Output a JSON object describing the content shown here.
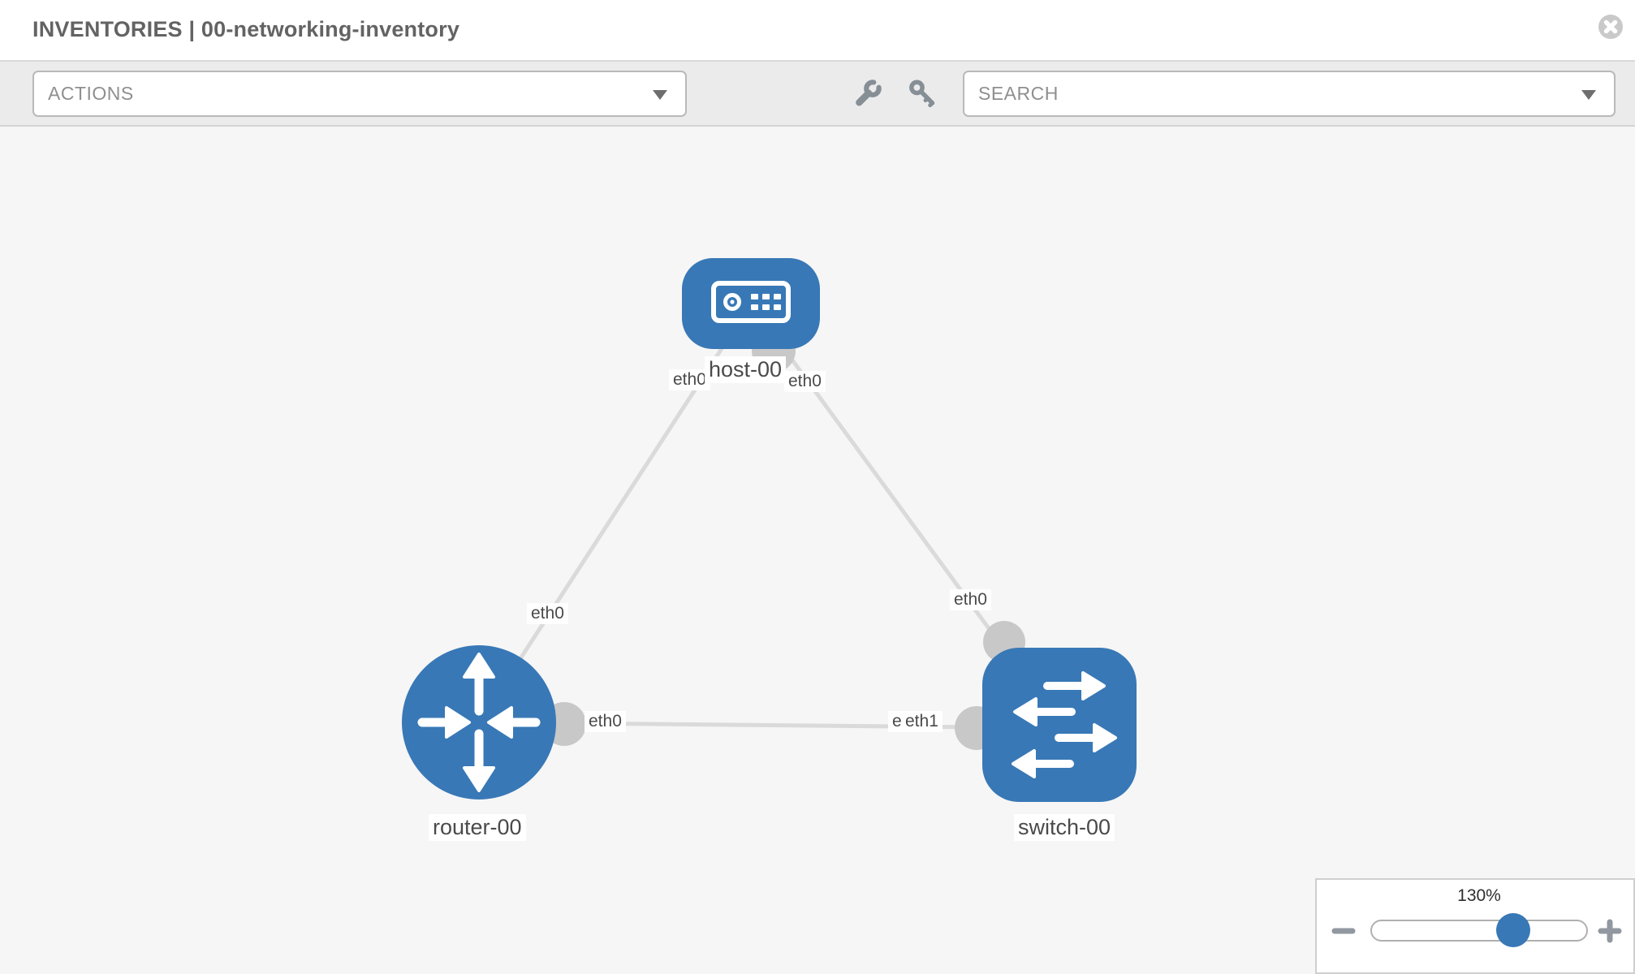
{
  "header": {
    "title": "INVENTORIES | 00-networking-inventory"
  },
  "toolbar": {
    "actions_label": "ACTIONS",
    "search_label": "SEARCH"
  },
  "topology": {
    "nodes": [
      {
        "id": "host-00",
        "type": "host",
        "label": "host-00"
      },
      {
        "id": "router-00",
        "type": "router",
        "label": "router-00"
      },
      {
        "id": "switch-00",
        "type": "switch",
        "label": "switch-00"
      }
    ],
    "links": [
      {
        "from": "host-00",
        "from_interface": "eth0",
        "to": "router-00",
        "to_interface": "eth0"
      },
      {
        "from": "host-00",
        "from_interface": "eth0",
        "to": "switch-00",
        "to_interface": "eth0"
      },
      {
        "from": "router-00",
        "from_interface": "eth0",
        "to": "switch-00",
        "to_interface": "eth1"
      }
    ],
    "interface_labels": {
      "host_left": "eth0",
      "host_right": "eth0",
      "router_top": "eth0",
      "switch_top": "eth0",
      "router_right": "eth0",
      "switch_left_hidden": "eth0",
      "switch_left": "eth1"
    }
  },
  "zoom_control": {
    "level": "130%"
  },
  "icons": {
    "close": "close-icon",
    "actions_caret": "chevron-down-icon",
    "search_caret": "chevron-down-icon",
    "wrench": "wrench-icon",
    "key": "key-icon",
    "zoom_out": "minus-icon",
    "zoom_in": "plus-icon"
  },
  "colors": {
    "node_blue": "#3878b6",
    "link_gray": "#dadada",
    "connector_gray": "#c8c8c8",
    "toolbar_bg": "#ebebeb",
    "canvas_bg": "#f6f6f6"
  }
}
